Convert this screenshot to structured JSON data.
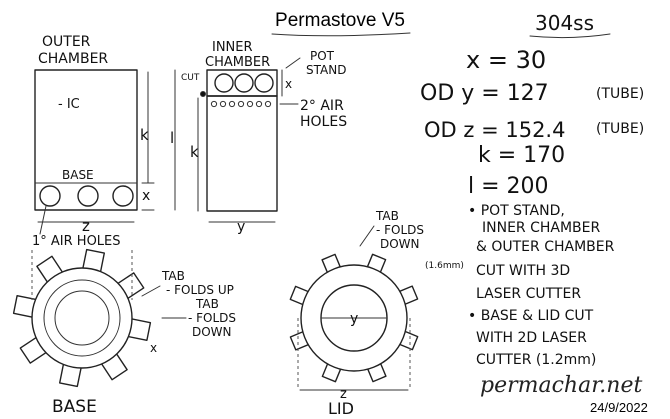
{
  "title": "Permastove V5",
  "material": "304ss",
  "dimensions": {
    "x": "x = 30",
    "y": "OD y = 127",
    "y_note": "(TUBE)",
    "z": "OD z = 152.4",
    "z_note": "(TUBE)",
    "k": "k = 170",
    "l": "l = 200"
  },
  "notes": [
    [
      "• POT STAND,",
      "INNER CHAMBER",
      "& OUTER CHAMBER",
      "CUT WITH 3D",
      "LASER CUTTER"
    ],
    [
      "• BASE & LID CUT",
      "WITH 2D LASER",
      "CUTTER (1.2mm)"
    ]
  ],
  "thickness_note": "(1.6mm)",
  "outer": {
    "heading1": "OUTER",
    "heading2": "CHAMBER",
    "ic_label": "- IC",
    "base_label": "BASE",
    "k": "k",
    "l": "l",
    "x": "x",
    "z": "z",
    "air_holes": "1° AIR HOLES"
  },
  "inner": {
    "heading1": "INNER",
    "heading2": "CHAMBER",
    "pot1": "POT",
    "pot2": "STAND",
    "cut": "CUT",
    "x": "x",
    "k": "k",
    "y": "y",
    "air1": "2° AIR",
    "air2": "HOLES"
  },
  "base": {
    "label": "BASE",
    "tab_up1": "TAB",
    "tab_up2": "- FOLDS UP",
    "tab_down1": "TAB",
    "tab_down2": "- FOLDS",
    "tab_down3": "DOWN",
    "x": "x"
  },
  "lid": {
    "label": "LID",
    "y": "y",
    "z": "z",
    "tab1": "TAB",
    "tab2": "- FOLDS",
    "tab3": "DOWN"
  },
  "brand": "permachar.net",
  "date": "24/9/2022"
}
